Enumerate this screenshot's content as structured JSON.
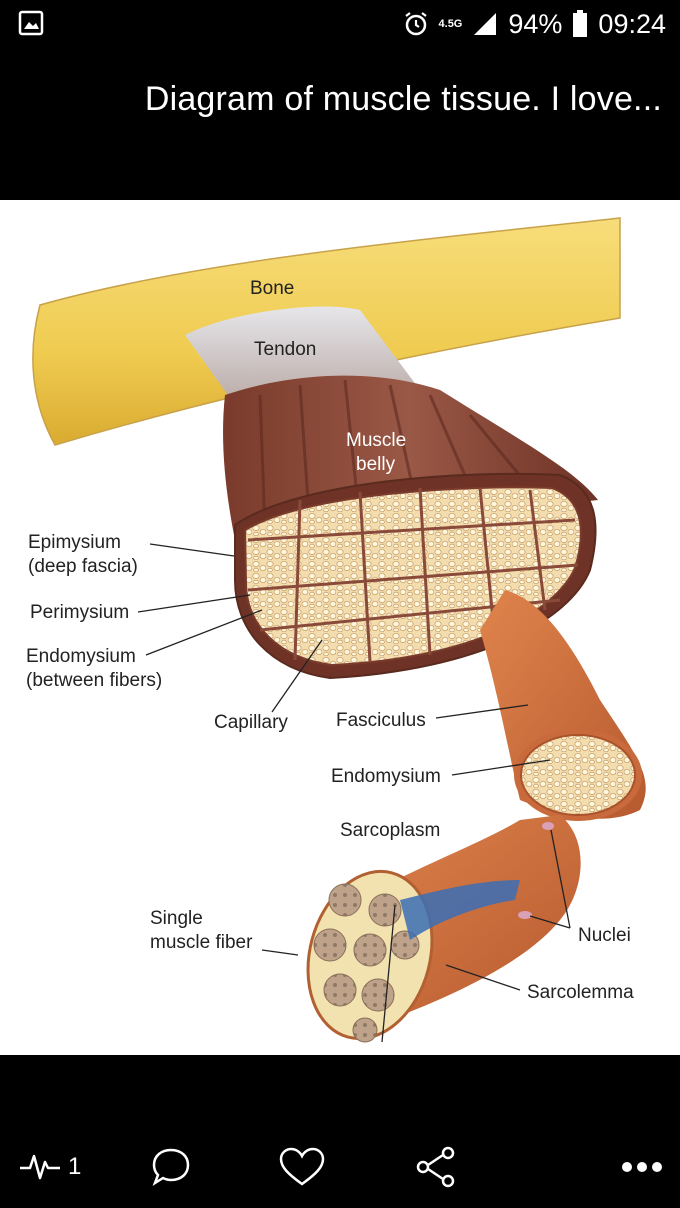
{
  "status_bar": {
    "network_label": "4.5G",
    "battery": "94%",
    "time": "09:24",
    "icons": [
      "gallery-icon",
      "alarm-icon",
      "signal-icon",
      "battery-icon"
    ]
  },
  "title": "Diagram of muscle tissue. I love...",
  "diagram": {
    "labels": {
      "bone": "Bone",
      "tendon": "Tendon",
      "muscle_belly_1": "Muscle",
      "muscle_belly_2": "belly",
      "epimysium_1": "Epimysium",
      "epimysium_2": "(deep fascia)",
      "perimysium": "Perimysium",
      "endomysium_outer_1": "Endomysium",
      "endomysium_outer_2": "(between fibers)",
      "capillary": "Capillary",
      "fasciculus": "Fasciculus",
      "endomysium_inner": "Endomysium",
      "sarcoplasm": "Sarcoplasm",
      "single_fiber_1": "Single",
      "single_fiber_2": "muscle fiber",
      "nuclei": "Nuclei",
      "sarcolemma": "Sarcolemma"
    },
    "colors": {
      "bone": "#f0cf5a",
      "muscle": "#8a4a3a",
      "fascicle": "#f1d8a8",
      "fiber": "#c96a3c"
    }
  },
  "actions": {
    "activity_count": "1",
    "icons": [
      "activity-icon",
      "comment-icon",
      "like-icon",
      "share-icon",
      "more-icon"
    ]
  }
}
